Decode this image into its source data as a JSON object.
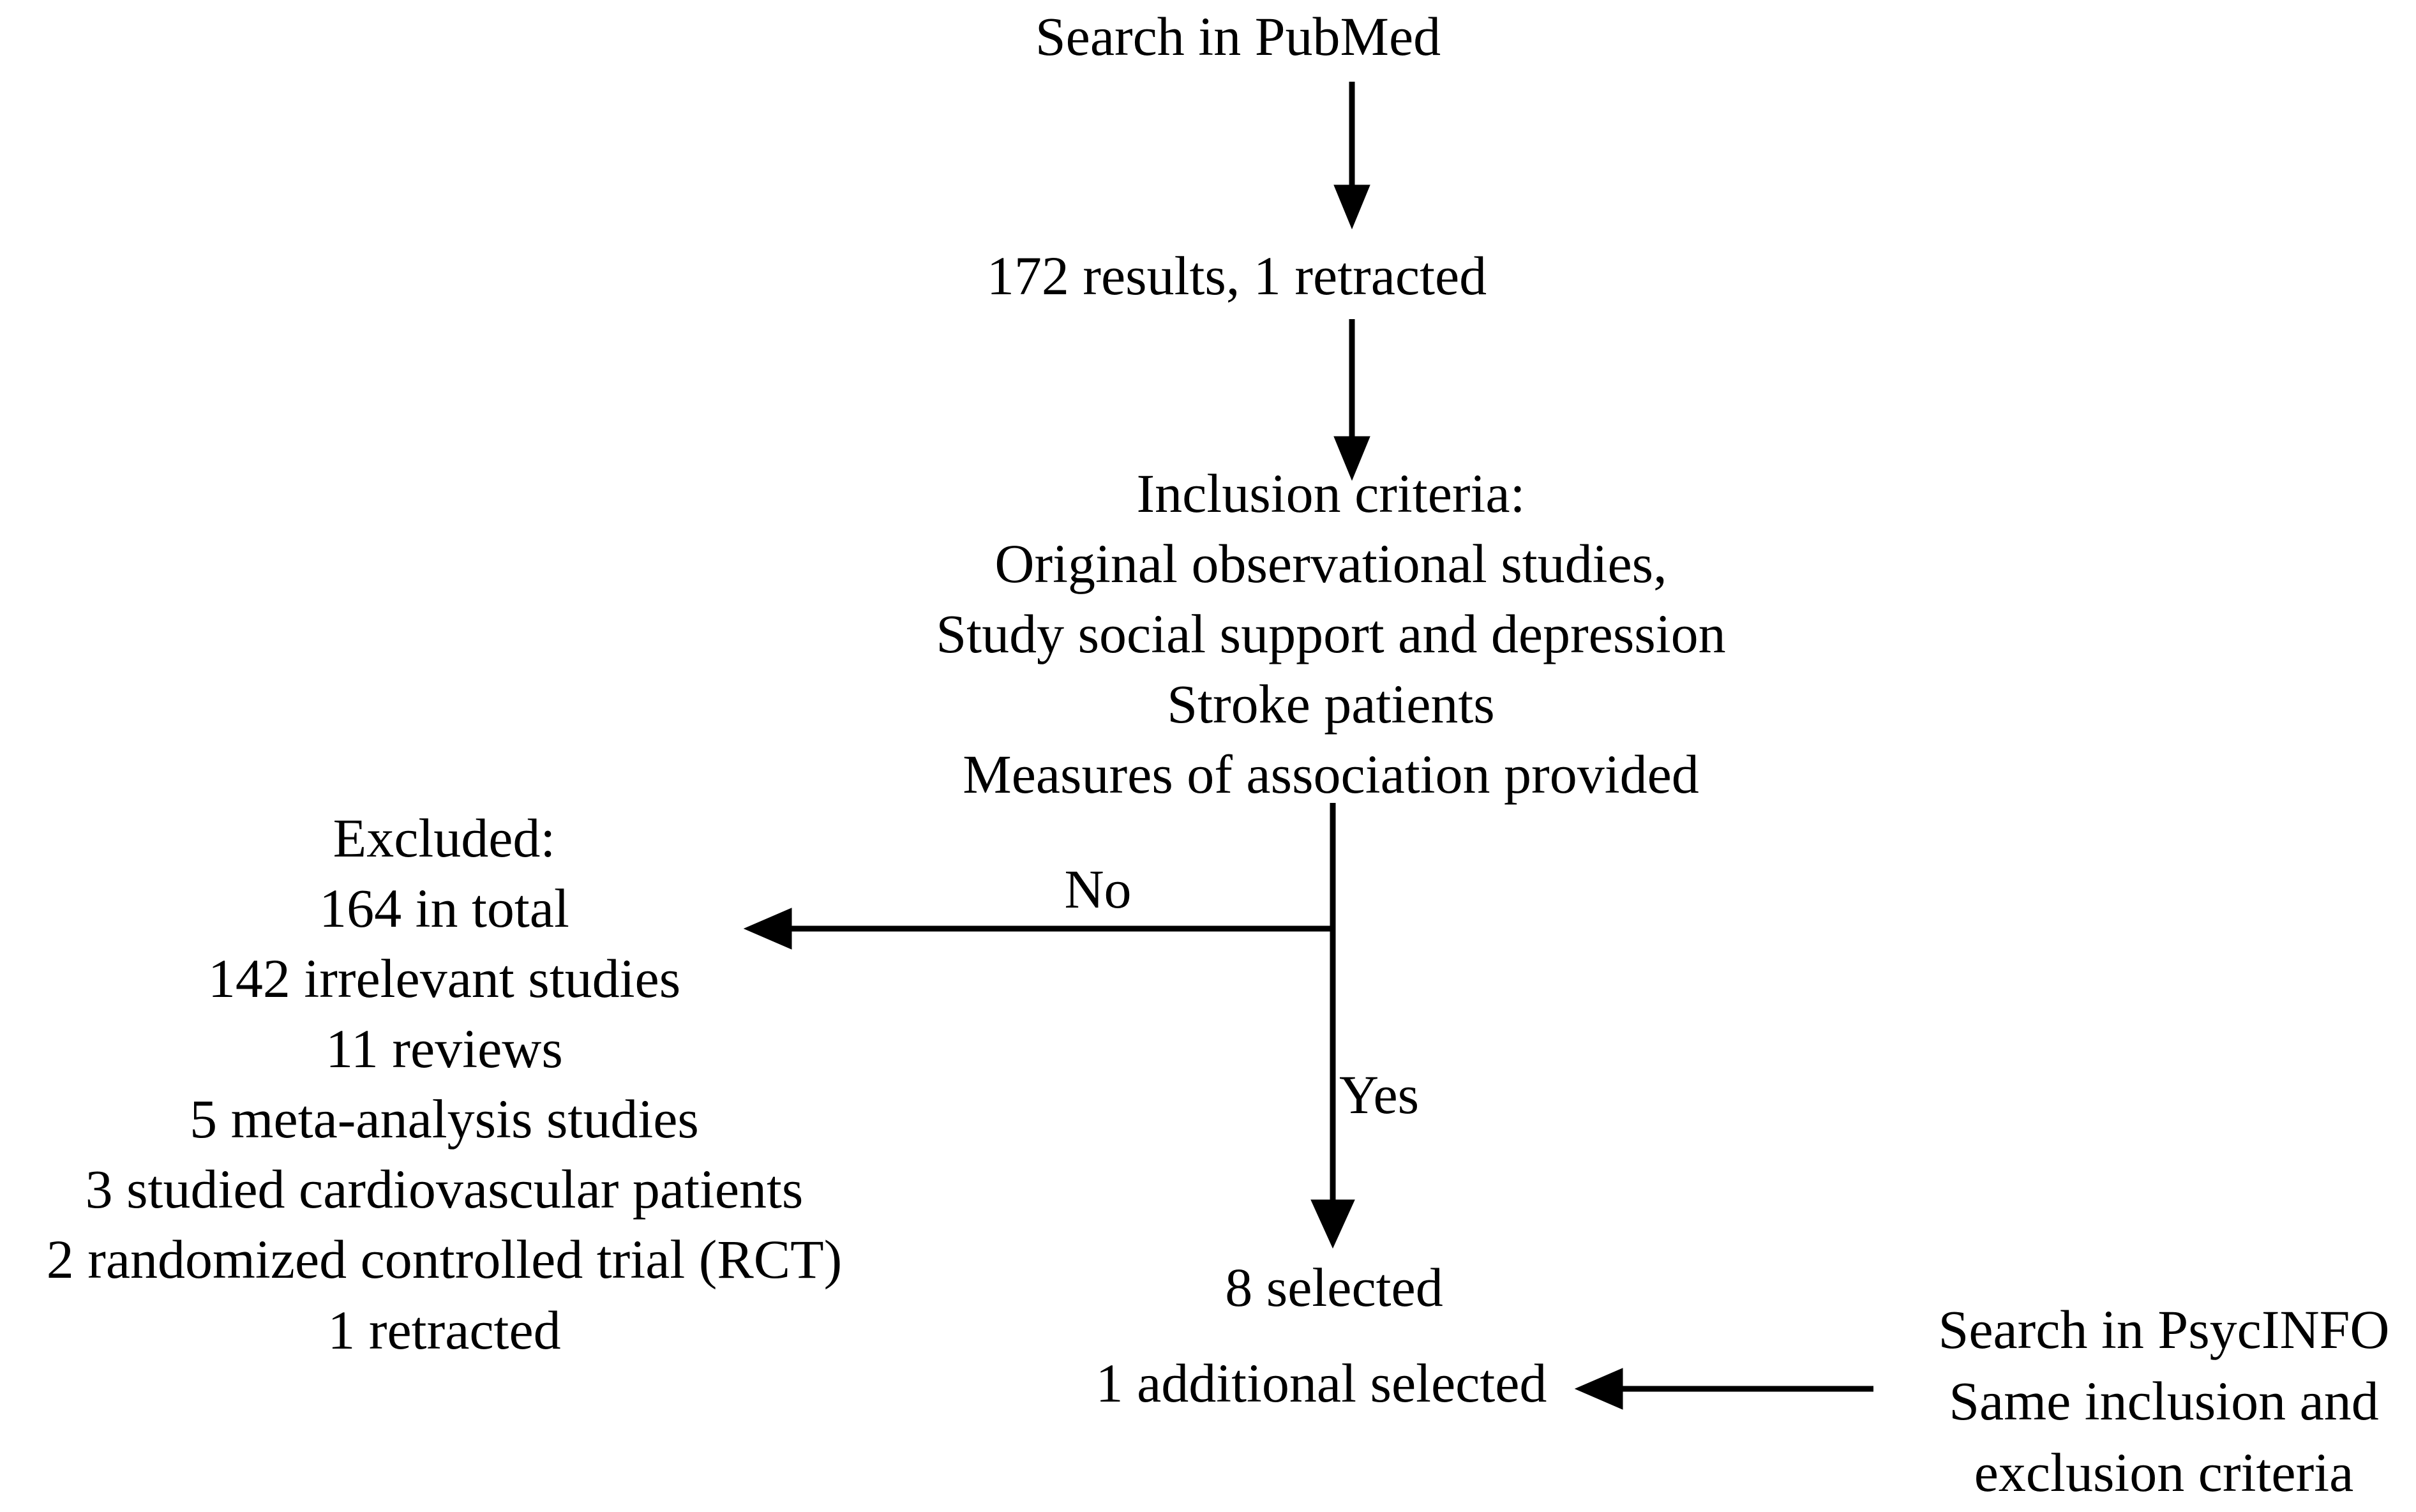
{
  "figure": {
    "type": "flowchart",
    "orientation": "top-down",
    "background_color": "#ffffff",
    "text_color": "#000000"
  },
  "nodes": {
    "search_pubmed": {
      "label": "Search in PubMed",
      "lines": [
        "Search in PubMed"
      ]
    },
    "results": {
      "label": "172 results, 1 retracted",
      "lines": [
        "172 results, 1 retracted"
      ],
      "count": 172,
      "retracted": 1
    },
    "inclusion_criteria": {
      "heading": "Inclusion criteria:",
      "lines": [
        "Inclusion criteria:",
        "Original observational studies,",
        "Study social support and depression",
        "Stroke patients",
        "Measures of association provided"
      ],
      "criteria": [
        "Original observational studies,",
        "Study social support and depression",
        "Stroke patients",
        "Measures of association provided"
      ]
    },
    "excluded": {
      "heading": "Excluded:",
      "lines": [
        "Excluded:",
        "164 in total",
        "142 irrelevant studies",
        "11 reviews",
        "5 meta-analysis studies",
        "3 studied cardiovascular patients",
        "2 randomized controlled trial (RCT)",
        "1 retracted"
      ],
      "total": 164,
      "reasons": [
        {
          "count": 164,
          "text": "164 in total"
        },
        {
          "count": 142,
          "text": "142 irrelevant studies"
        },
        {
          "count": 11,
          "text": "11 reviews"
        },
        {
          "count": 5,
          "text": "5 meta-analysis studies"
        },
        {
          "count": 3,
          "text": "3 studied cardiovascular patients"
        },
        {
          "count": 2,
          "text": "2 randomized controlled trial (RCT)"
        },
        {
          "count": 1,
          "text": "1 retracted"
        }
      ]
    },
    "selected": {
      "label": "8 selected",
      "lines": [
        "8 selected"
      ],
      "count": 8
    },
    "additional_selected": {
      "label": "1 additional selected",
      "lines": [
        "1 additional selected"
      ],
      "count": 1
    },
    "search_psycinfo": {
      "lines": [
        "Search in PsycINFO",
        "Same inclusion and",
        "exclusion criteria"
      ]
    }
  },
  "edges": {
    "no_label": "No",
    "yes_label": "Yes"
  }
}
